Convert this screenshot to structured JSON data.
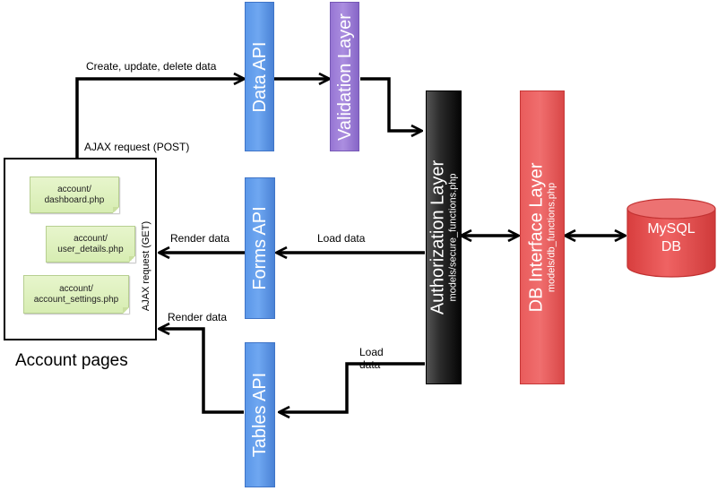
{
  "components": {
    "data_api": "Data API",
    "validation_layer": "Validation Layer",
    "forms_api": "Forms API",
    "tables_api": "Tables API",
    "authorization_layer": {
      "title": "Authorization Layer",
      "subtitle": "models/secure_functions.php"
    },
    "db_interface_layer": {
      "title": "DB Interface Layer",
      "subtitle": "models/db_functions.php"
    },
    "database": {
      "line1": "MySQL",
      "line2": "DB"
    }
  },
  "account_pages": {
    "caption": "Account pages",
    "notes": [
      {
        "line1": "account/",
        "line2": "dashboard.php"
      },
      {
        "line1": "account/",
        "line2": "user_details.php"
      },
      {
        "line1": "account/",
        "line2": "account_settings.php"
      }
    ],
    "ajax_get": "AJAX request (GET)"
  },
  "flow_labels": {
    "create_update_delete": "Create, update, delete data",
    "ajax_post": "AJAX request (POST)",
    "render_data_forms": "Render data",
    "load_data_forms": "Load data",
    "render_data_tables": "Render data",
    "load_data_tables": "Load data"
  },
  "colors": {
    "api_blue": "#5b97e8",
    "validation_purple": "#9776d4",
    "authorization_black": "#1a1a1a",
    "db_interface_red": "#e95c5c",
    "mysql_red": "#e24a4a",
    "note_green": "#e0f2c2"
  }
}
